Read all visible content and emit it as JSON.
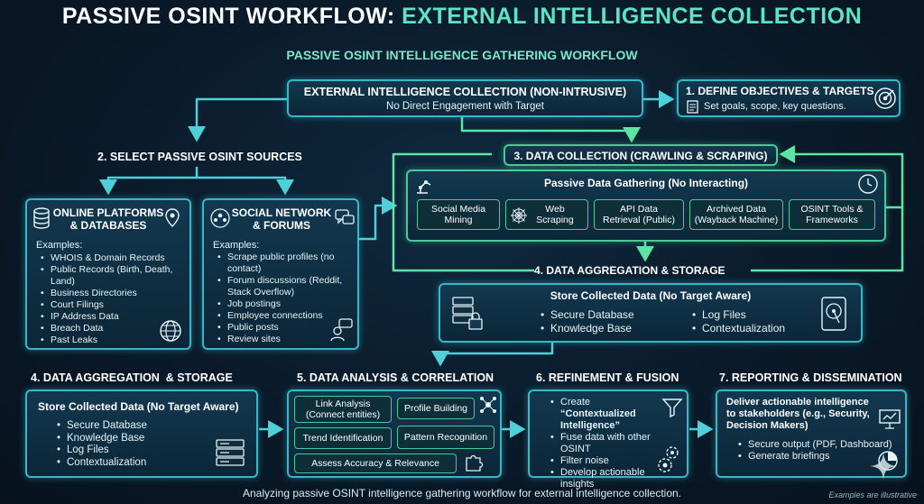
{
  "title": {
    "part1": "PASSIVE OSINT WORKFLOW: ",
    "part2": "EXTERNAL INTELLIGENCE COLLECTION"
  },
  "subtitle": "PASSIVE OSINT INTELLIGENCE GATHERING WORKFLOW",
  "top_box": {
    "title": "EXTERNAL INTELLIGENCE COLLECTION (NON-INTRUSIVE)",
    "subtitle": "No Direct Engagement with Target"
  },
  "step1": {
    "title": "1. DEFINE OBJECTIVES & TARGETS",
    "text": "Set goals, scope, key questions."
  },
  "step2": {
    "title": "2. SELECT PASSIVE OSINT SOURCES",
    "platforms": {
      "title1": "ONLINE PLATFORMS",
      "title2": "& DATABASES",
      "examples": "Examples:",
      "items": [
        "WHOIS & Domain Records",
        "Public Records (Birth, Death, Land)",
        "Business Directories",
        "Court Filings",
        "IP Address Data",
        "Breach Data",
        "Past Leaks"
      ]
    },
    "social": {
      "title1": "SOCIAL NETWORK",
      "title2": "& FORUMS",
      "examples": "Examples:",
      "items": [
        "Scrape public profiles (no contact)",
        "Forum discussions (Reddit, Stack Overflow)",
        "Job postings",
        "Employee connections",
        "Public posts",
        "Review sites"
      ]
    }
  },
  "step3": {
    "title": "3. DATA COLLECTION (CRAWLING & SCRAPING)",
    "inner_title": "Passive Data Gathering (No Interacting)",
    "chips": [
      {
        "line1": "Social Media",
        "line2": "Mining"
      },
      {
        "line1": "Web",
        "line2": "Scraping"
      },
      {
        "line1": "API Data",
        "line2": "Retrieval (Public)"
      },
      {
        "line1": "Archived Data",
        "line2": "(Wayback Machine)"
      },
      {
        "line1": "OSINT Tools &",
        "line2": "Frameworks"
      }
    ]
  },
  "step4_mid": {
    "title": "4. DATA AGGREGATION & STORAGE",
    "box_title": "Store Collected Data (No Target Aware)",
    "left_items": [
      "Secure Database",
      "Knowledge Base"
    ],
    "right_items": [
      "Log Files",
      "Contextualization"
    ]
  },
  "step4_bottom": {
    "title": "4. DATA AGGREGATION  & STORAGE",
    "box_title": "Store Collected Data (No Target Aware)",
    "items": [
      "Secure Database",
      "Knowledge Base",
      "Log Files",
      "Contextualization"
    ]
  },
  "step5": {
    "title": "5. DATA ANALYSIS & CORRELATION",
    "link_analysis": {
      "line1": "Link Analysis",
      "line2": "(Connect entities)"
    },
    "profile_building": "Profile Building",
    "trend_identification": "Trend Identification",
    "pattern_recognition": "Pattern Recognition",
    "assess": "Assess Accuracy & Relevance"
  },
  "step6": {
    "title": "6. REFINEMENT & FUSION",
    "create_prefix": "Create ",
    "create_bold": "“Contextualized Intelligence”",
    "items": [
      "Fuse data with other OSINT",
      "Filter noise",
      "Develop actionable insights"
    ]
  },
  "step7": {
    "title": "7. REPORTING & DISSEMINATION",
    "bold_text": "Deliver actionable intelligence to stakeholders (e.g., Security, Decision Makers)",
    "items": [
      "Secure output (PDF, Dashboard)",
      "Generate briefings"
    ]
  },
  "footer": "Analyzing passive OSINT intelligence gathering workflow for external intelligence collection.",
  "note": "Examples are illustrative",
  "colors": {
    "accent_teal": "#37b8c9",
    "accent_green": "#49c99a",
    "title_green": "#5ee3c5",
    "background": "#0a1a2a"
  },
  "icons": [
    "target-icon",
    "checklist-icon",
    "database-icon",
    "location-pin-icon",
    "globe-icon",
    "people-network-icon",
    "chat-bubbles-icon",
    "robot-arm-icon",
    "clock-icon",
    "server-lock-icon",
    "hard-drive-icon",
    "network-graph-icon",
    "puzzle-icon",
    "funnel-icon",
    "gears-icon",
    "presentation-icon",
    "pie-chart-icon",
    "server-stack-icon",
    "sparkle-icon"
  ]
}
